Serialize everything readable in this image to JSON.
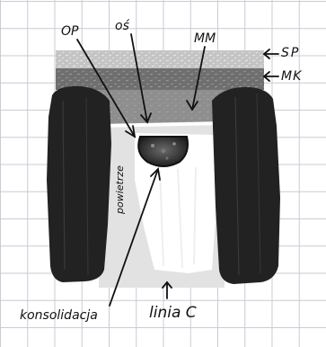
{
  "labels": {
    "op": "OP",
    "os": "oś",
    "mm": "MM",
    "sp": "SP",
    "mk": "MK",
    "konsolidacja": "konsolidacja",
    "linia_c": "linia C",
    "powietrze": "powietrze"
  }
}
